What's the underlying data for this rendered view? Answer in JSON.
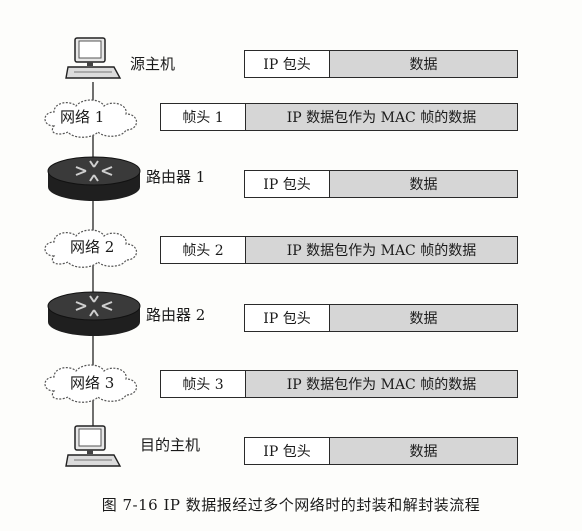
{
  "rows": [
    {
      "kind": "host",
      "icon": "computer-icon",
      "label": "源主机",
      "cells": [
        "IP 包头",
        "数据"
      ]
    },
    {
      "kind": "network",
      "icon": "cloud-icon",
      "label": "网络 1",
      "cells": [
        "帧头 1",
        "IP 数据包作为 MAC 帧的数据"
      ]
    },
    {
      "kind": "router",
      "icon": "router-icon",
      "label": "路由器 1",
      "cells": [
        "IP 包头",
        "数据"
      ]
    },
    {
      "kind": "network",
      "icon": "cloud-icon",
      "label": "网络 2",
      "cells": [
        "帧头 2",
        "IP 数据包作为 MAC 帧的数据"
      ]
    },
    {
      "kind": "router",
      "icon": "router-icon",
      "label": "路由器 2",
      "cells": [
        "IP 包头",
        "数据"
      ]
    },
    {
      "kind": "network",
      "icon": "cloud-icon",
      "label": "网络 3",
      "cells": [
        "帧头 3",
        "IP 数据包作为 MAC 帧的数据"
      ]
    },
    {
      "kind": "host",
      "icon": "computer-icon",
      "label": "目的主机",
      "cells": [
        "IP 包头",
        "数据"
      ]
    }
  ],
  "caption": "图 7-16   IP 数据报经过多个网络时的封装和解封装流程",
  "colors": {
    "shade": "#d6d6d6",
    "line": "#2a2a2a",
    "router": "#2b2b2b"
  }
}
